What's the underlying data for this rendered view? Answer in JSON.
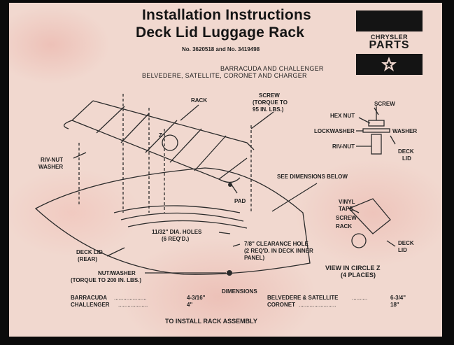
{
  "title": {
    "line1": "Installation Instructions",
    "line2": "Deck Lid Luggage Rack"
  },
  "part_numbers": "No. 3620518 and No. 3419498",
  "models": {
    "line1": "BARRACUDA AND CHALLENGER",
    "line2": "BELVEDERE, SATELLITE, CORONET AND CHARGER"
  },
  "logo": {
    "name": "CHRYSLER",
    "parts": "PARTS"
  },
  "labels": {
    "rack": "RACK",
    "screw_torque_1": "SCREW",
    "screw_torque_2": "(TORQUE TO",
    "screw_torque_3": "95 IN. LBS.)",
    "screw": "SCREW",
    "hex_nut": "HEX NUT",
    "lockwasher": "LOCKWASHER",
    "washer": "WASHER",
    "riv_nut": "RIV-NUT",
    "deck_lid_1": "DECK",
    "deck_lid_2": "LID",
    "z": "Z",
    "rivnut_washer_1": "RIV-NUT",
    "rivnut_washer_2": "WASHER",
    "see_dimensions": "SEE DIMENSIONS BELOW",
    "pad": "PAD",
    "vinyl_tape_1": "VINYL",
    "vinyl_tape_2": "TAPE",
    "screw2": "SCREW",
    "rack2": "RACK",
    "deck_lid2_1": "DECK",
    "deck_lid2_2": "LID",
    "holes_1": "11/32\" DIA. HOLES",
    "holes_2": "(6 REQ'D.)",
    "clearance_1": "7/8\" CLEARANCE HOLE",
    "clearance_2": "(2 REQ'D. IN DECK INNER",
    "clearance_3": "PANEL)",
    "deck_lid_rear_1": "DECK LID",
    "deck_lid_rear_2": "(REAR)",
    "view_circle_1": "VIEW IN CIRCLE Z",
    "view_circle_2": "(4 PLACES)",
    "nut_washer_1": "NUT/WASHER",
    "nut_washer_2": "(TORQUE TO 200 IN. LBS.)"
  },
  "dimensions": {
    "heading": "DIMENSIONS",
    "rows": [
      {
        "model": "BARRACUDA",
        "dots": ".....................",
        "value": "4-3/16\""
      },
      {
        "model": "CHALLENGER",
        "dots": "...................",
        "value": "4\""
      },
      {
        "model": "BELVEDERE & SATELLITE",
        "dots": "..........",
        "value": "6-3/4\""
      },
      {
        "model": "CORONET",
        "dots": "........................",
        "value": "18\""
      }
    ]
  },
  "footer": "TO INSTALL RACK ASSEMBLY"
}
